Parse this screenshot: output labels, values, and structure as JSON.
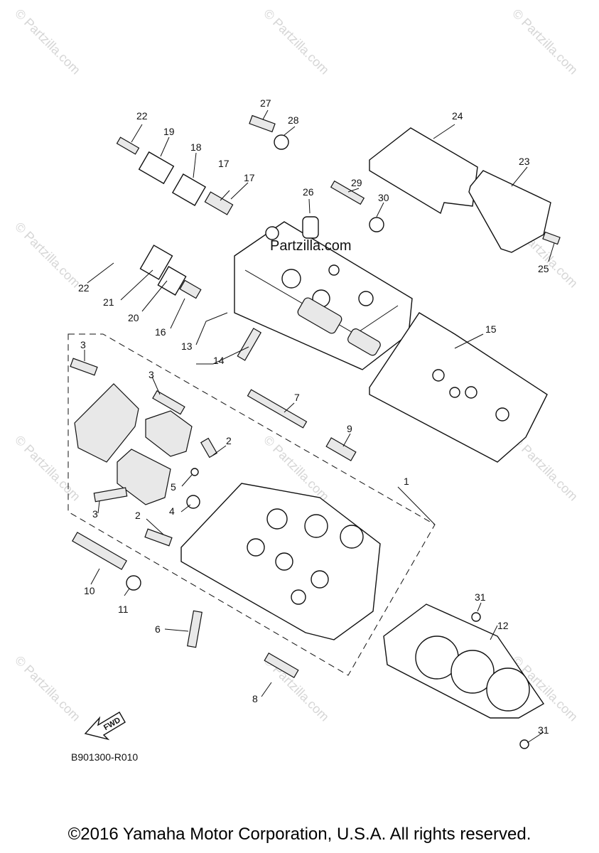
{
  "watermark": "© Partzilla.com",
  "center_watermark": "Partzilla.com",
  "diagram_code": "B901300-R010",
  "fwd_label": "FWD",
  "copyright": "©2016 Yamaha Motor Corporation, U.S.A. All rights reserved.",
  "callouts": [
    "1",
    "2",
    "2",
    "3",
    "3",
    "3",
    "4",
    "5",
    "6",
    "7",
    "8",
    "9",
    "10",
    "11",
    "12",
    "13",
    "14",
    "15",
    "16",
    "17",
    "17",
    "18",
    "19",
    "20",
    "21",
    "22",
    "22",
    "23",
    "24",
    "25",
    "26",
    "27",
    "28",
    "29",
    "30",
    "31",
    "31"
  ]
}
